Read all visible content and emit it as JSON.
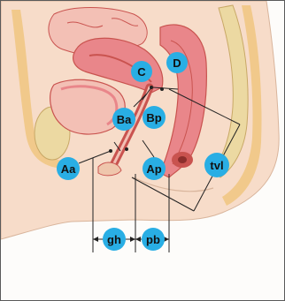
{
  "colors": {
    "marker": "#29aee4",
    "skin": "#f7dcc9",
    "skin_dark": "#efc6ac",
    "bone": "#ecd9a2",
    "organ_pink": "#e9868a",
    "organ_dark": "#c9534f",
    "organ_light": "#f3c0b5",
    "fat": "#f1c98b",
    "line": "#222222"
  },
  "labels": {
    "C": "C",
    "D": "D",
    "Ba": "Ba",
    "Bp": "Bp",
    "Aa": "Aa",
    "Ap": "Ap",
    "tvl": "tvl",
    "gh": "gh",
    "pb": "pb"
  }
}
